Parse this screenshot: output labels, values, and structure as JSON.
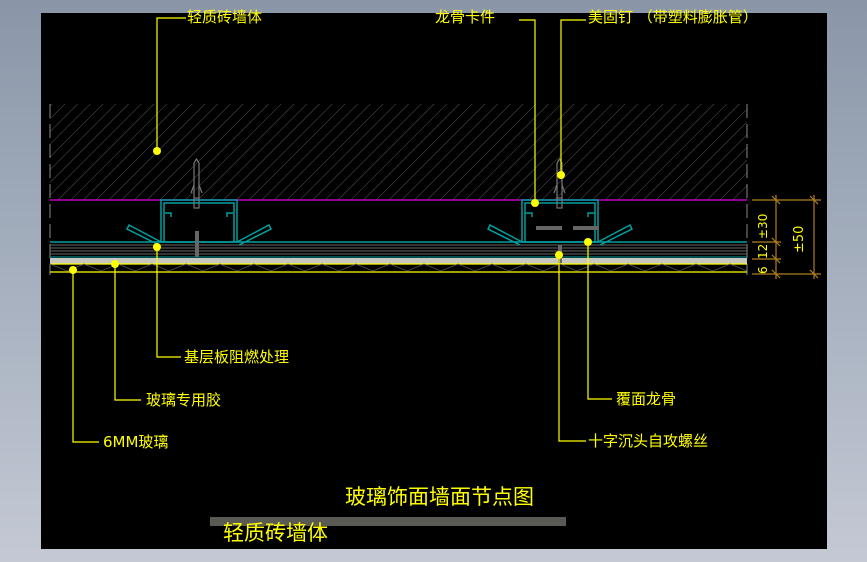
{
  "drawing": {
    "title": "玻璃饰面墙面节点图",
    "subtitle": "轻质砖墙体"
  },
  "callouts": {
    "top": [
      {
        "id": "light-brick-wall",
        "label": "轻质砖墙体"
      },
      {
        "id": "keel-clip",
        "label": "龙骨卡件"
      },
      {
        "id": "anchor-nail",
        "label": "美固钉 （带塑料膨胀管）"
      }
    ],
    "bottom_left": [
      {
        "id": "base-board",
        "label": "基层板阻燃处理"
      },
      {
        "id": "glass-glue",
        "label": "玻璃专用胶"
      },
      {
        "id": "glass-6mm",
        "label": "6MM玻璃"
      }
    ],
    "bottom_right": [
      {
        "id": "cover-keel",
        "label": "覆面龙骨"
      },
      {
        "id": "cross-screw",
        "label": "十字沉头自攻螺丝"
      }
    ]
  },
  "dimensions": {
    "inner": [
      "±30",
      "12",
      "6"
    ],
    "outer": "±50"
  },
  "colors": {
    "background": "#000000",
    "annotation": "#ffff00",
    "wall_boundary": "#c000c0",
    "keel": "#00a0a0",
    "hatch": "#5a5a5a",
    "glass": "#c8c8c0",
    "dimension": "#b08020"
  }
}
